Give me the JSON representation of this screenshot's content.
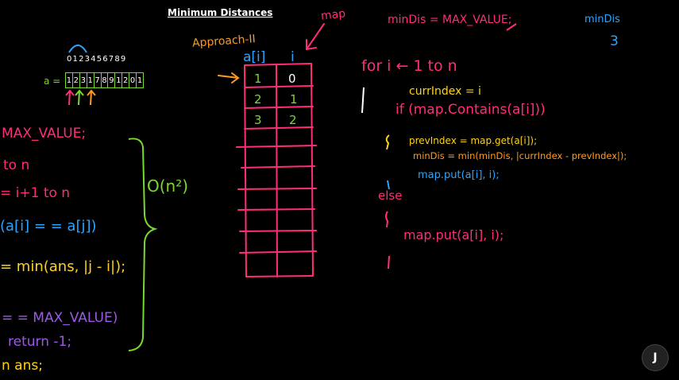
{
  "title": "Minimum Distances",
  "left_code": {
    "line1": "MAX_VALUE;",
    "line2": "to n",
    "line3": "= i+1 to n",
    "line4": "(a[i] = = a[j])",
    "line5": "= min(ans, |j - i|);",
    "line6": "= = MAX_VALUE)",
    "line7": "return -1;",
    "line8": "n ans;"
  },
  "complexity": "O(n²)",
  "array": {
    "indices": "0 1 2 3 4 5 6 7 8 9",
    "label": "a =",
    "cells": [
      "1",
      "2",
      "3",
      "1",
      "7",
      "8",
      "9",
      "1",
      "2",
      "0",
      "1"
    ]
  },
  "approach_label": "Approach-II",
  "map_label": "map",
  "table": {
    "header_key": "a[i]",
    "header_val": "i",
    "rows": [
      {
        "key": "1",
        "val": "0"
      },
      {
        "key": "2",
        "val": "1"
      },
      {
        "key": "3",
        "val": "2"
      }
    ]
  },
  "right_code": {
    "init": "minDis = MAX_VALUE;",
    "loop": "for i ← 1 to n",
    "currIndex": "currIndex = i",
    "if": "if (map.Contains(a[i]))",
    "prevIndex": "prevIndex = map.get(a[i]);",
    "minDis": "minDis = min(minDis, |currIndex - prevIndex|);",
    "put1": "map.put(a[i], i);",
    "else": "else",
    "put2": "map.put(a[i], i);"
  },
  "result_label": "minDis",
  "result_value": "3",
  "logo": "J",
  "colors": {
    "background": "#000000",
    "pink": "#ff2d7a",
    "orange": "#ff9a1f",
    "yellow": "#ffd21a",
    "green": "#7bd82d",
    "blue": "#2aa5ff",
    "purple": "#9b59e8"
  }
}
